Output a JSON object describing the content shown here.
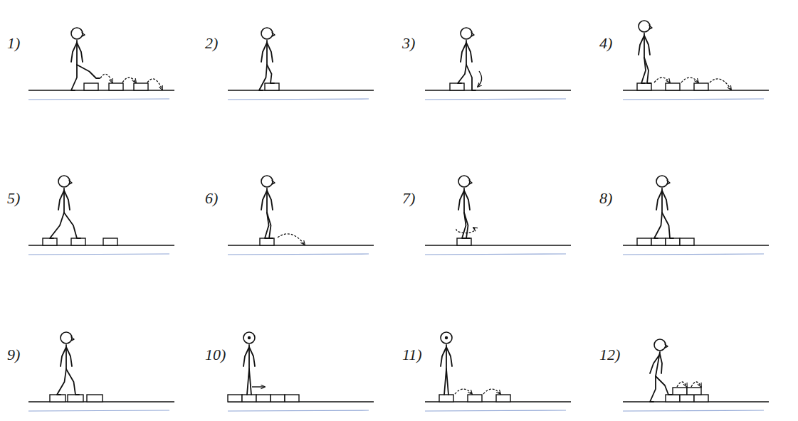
{
  "diagram": {
    "labels": [
      "1)",
      "2)",
      "3)",
      "4)",
      "5)",
      "6)",
      "7)",
      "8)",
      "9)",
      "10)",
      "11)",
      "12)"
    ]
  }
}
